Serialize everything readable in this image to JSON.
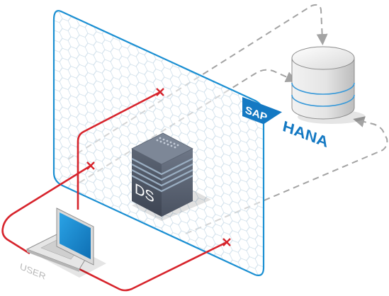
{
  "labels": {
    "user": "USER",
    "server": "DS",
    "sap": "SAP",
    "registered": "®",
    "hana": "HANA"
  },
  "colors": {
    "wall_stroke": "#1b8fd2",
    "wall_mesh": "#c9dbe8",
    "blocked_path": "#d7242c",
    "data_path": "#a3a3a3",
    "sap_blue": "#1479c3",
    "server_body": "#4d5564",
    "server_band": "#9aaec2",
    "database_ring": "#3a9ad9",
    "laptop_screen": "#1f8fd7",
    "user_label": "#b7b7b7"
  },
  "icons": {
    "firewall": "hex-mesh-firewall",
    "server": "server-stack-icon",
    "database": "database-cylinder-icon",
    "laptop": "laptop-icon",
    "block": "red-x-marker"
  }
}
